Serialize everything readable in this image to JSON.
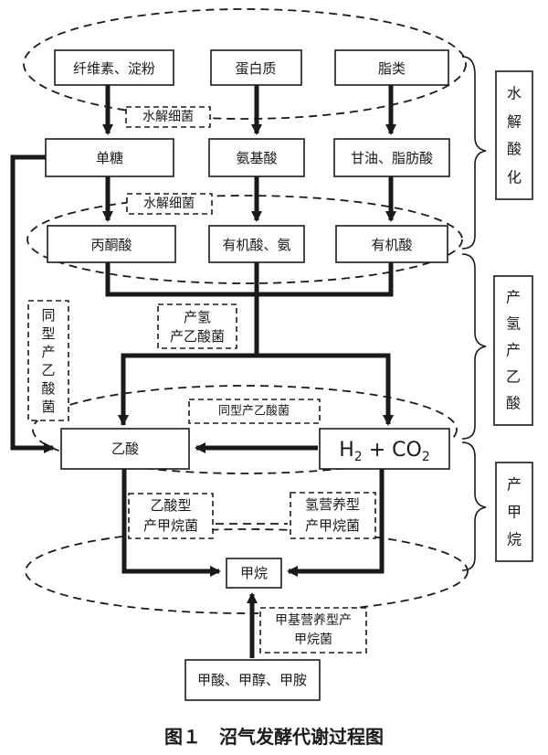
{
  "nodes": {
    "cellulose_starch": "纤维素、淀粉",
    "protein": "蛋白质",
    "lipids": "脂类",
    "monosaccharide": "单糖",
    "amino_acid": "氨基酸",
    "glycerol_fatty_acid": "甘油、脂肪酸",
    "pyruvate": "丙酮酸",
    "organic_acid_ammonia": "有机酸、氨",
    "organic_acid": "有机酸",
    "acetic_acid": "乙酸",
    "h2_co2_main": "H",
    "h2_sub": "2",
    "h2_co2_plus": " + CO",
    "co2_sub": "2",
    "methane": "甲烷",
    "substrates": "甲酸、甲醇、甲胺"
  },
  "labels": {
    "hydrolytic_bacteria_1": "水解细菌",
    "hydrolytic_bacteria_2": "水解细菌",
    "hydrogen_acetogens_1": "产氢",
    "hydrogen_acetogens_2": "产乙酸菌",
    "homo_acetogens_vertical": [
      "同",
      "型",
      "产",
      "乙",
      "酸",
      "菌"
    ],
    "homo_acetogens_inline": "同型产乙酸菌",
    "acetoclastic_1": "乙酸型",
    "acetoclastic_2": "产甲烷菌",
    "hydrogenotrophic_1": "氢营养型",
    "hydrogenotrophic_2": "产甲烷菌",
    "methylotrophic_1": "甲基营养型产",
    "methylotrophic_2": "甲烷菌"
  },
  "stages": {
    "hydrolysis": [
      "水",
      "解",
      "酸",
      "化"
    ],
    "acetogenesis": [
      "产",
      "氢",
      "产",
      "乙",
      "酸"
    ],
    "methanogenesis": [
      "产",
      "甲",
      "烷"
    ]
  },
  "caption": "图１　沼气发酵代谢过程图"
}
